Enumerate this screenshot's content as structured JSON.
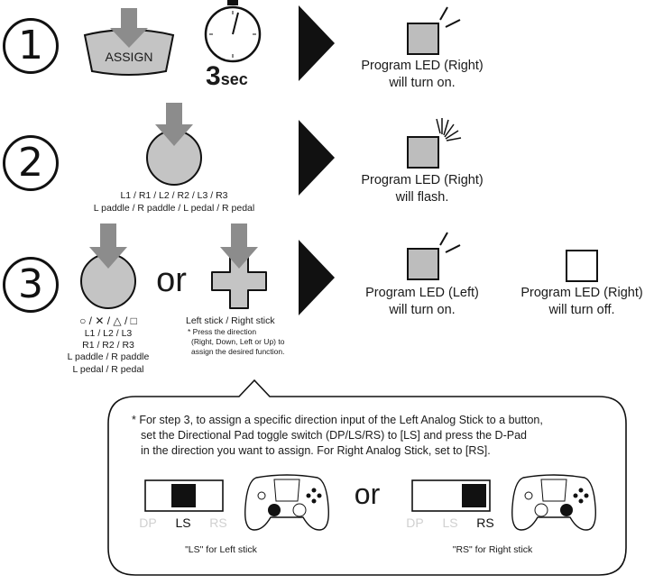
{
  "steps": {
    "s1": {
      "number": "1",
      "button_label": "ASSIGN",
      "timer_value": "3",
      "timer_unit": "sec",
      "led_text": [
        "Program LED (Right)",
        "will turn on."
      ]
    },
    "s2": {
      "number": "2",
      "buttons_line1": "L1 / R1 / L2 / R2 / L3 / R3",
      "buttons_line2": "L paddle / R paddle / L pedal / R pedal",
      "led_text": [
        "Program LED (Right)",
        "will flash."
      ]
    },
    "s3": {
      "number": "3",
      "or_label": "or",
      "left_buttons": [
        "○ / ✕ / △ / □",
        "L1 / L2 / L3",
        "R1 / R2 / R3",
        "L paddle / R paddle",
        "L pedal / R pedal"
      ],
      "stick_label": "Left stick / Right stick",
      "stick_note": [
        "* Press the direction",
        "(Right, Down, Left or Up) to",
        "assign the desired function."
      ],
      "led_left_text": [
        "Program LED (Left)",
        "will turn on."
      ],
      "led_right_text": [
        "Program LED (Right)",
        "will turn off."
      ]
    }
  },
  "note": {
    "lines": [
      "* For step 3, to assign a specific direction input of the Left Analog Stick to a button,",
      "set the Directional Pad toggle switch (DP/LS/RS) to [LS] and press the D-Pad",
      "in the direction you want to assign.  For Right Analog Stick, set to [RS]."
    ],
    "or_label": "or",
    "switch_left": {
      "dp": "DP",
      "ls": "LS",
      "rs": "RS",
      "active": "LS",
      "caption": "\"LS\" for Left stick"
    },
    "switch_right": {
      "dp": "DP",
      "ls": "LS",
      "rs": "RS",
      "active": "RS",
      "caption": "\"RS\" for Right stick"
    }
  },
  "colors": {
    "ink": "#111111",
    "fill_grey": "#bdbdbd",
    "arrow_grey": "#8c8c8c",
    "button_grey": "#c4c4c4",
    "inactive_label": "#cfcfcf"
  }
}
